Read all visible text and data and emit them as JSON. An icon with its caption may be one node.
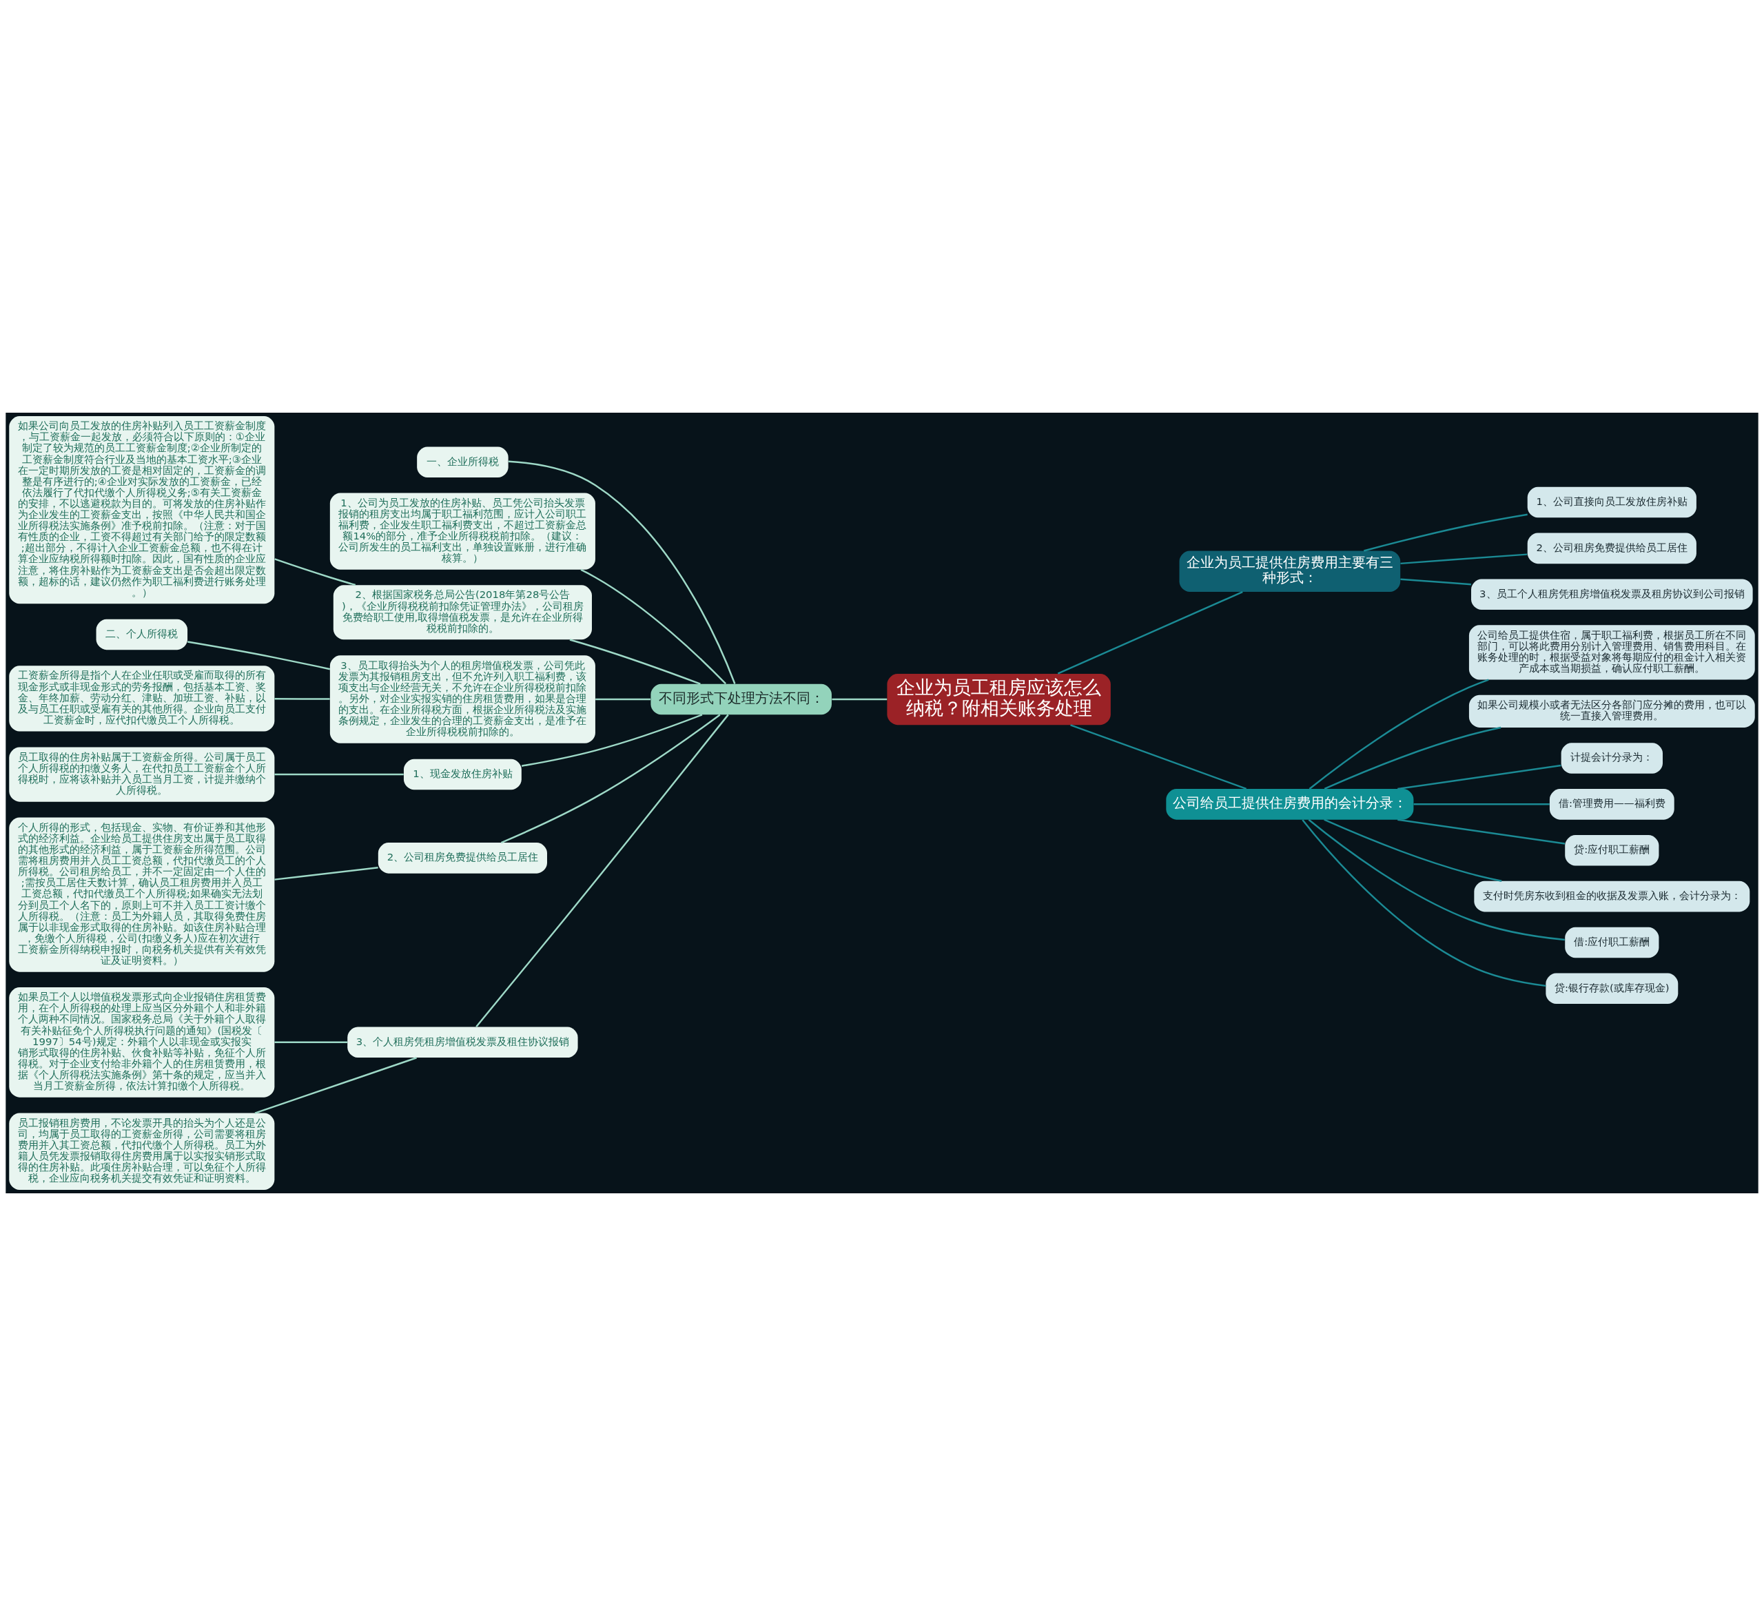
{
  "diagram": {
    "nodes": [
      {
        "text": [
          "企业为员工租房应该怎么纳税？附相关账务处理"
        ]
      },
      {
        "text": [
          "不同形式下处理方法不同："
        ]
      },
      {
        "text": [
          "一、企业所得税"
        ]
      },
      {
        "text": [
          "1、公司为员工发放的住房补贴、员工凭公司抬头发票报销的租房支出均属于职工福利范围，应计入公司职工福利费，企业发生职工福利费支出，不超过工资薪金总额14%的部分，准予企业所得税税前扣除。（建议：公司所发生的员工福利支出，单独设置账册，进行准确核算。）"
        ]
      },
      {
        "text": [
          "2、根据国家税务总局公告(2018年第28号公告)，《企业所得税税前扣除凭证管理办法》，公司租房免费给职工使用,取得增值税发票，是允许在企业所得税税前扣除的。"
        ]
      },
      {
        "text": [
          "如果公司向员工发放的住房补贴列入员工工资薪金制度，与工资薪金一起发放，必须符合以下原则的：①企业制定了较为规范的员工工资薪金制度;②企业所制定的工资薪金制度符合行业及当地的基本工资水平;③企业在一定时期所发放的工资是相对固定的，工资薪金的调整是有序进行的;④企业对实际发放的工资薪金，已经依法履行了代扣代缴个人所得税义务;⑤有关工资薪金的安排，不以逃避税款为目的。可将发放的住房补贴作为企业发生的工资薪金支出，按照《中华人民共和国企业所得税法实施条例》准予税前扣除。（注意：对于国有性质的企业，工资不得超过有关部门给予的限定数额;超出部分，不得计入企业工资薪金总额，也不得在计算企业应纳税所得额时扣除。因此，国有性质的企业应注意，将住房补贴作为工资薪金支出是否会超出限定数额，超标的话，建议仍然作为职工福利费进行账务处理。）"
        ]
      },
      {
        "text": [
          "3、员工取得抬头为个人的租房增值税发票，公司凭此发票为其报销租房支出，但不允许列入职工福利费，该项支出与企业经营无关，不允许在企业所得税税前扣除。另外，对企业实报实销的住房租赁费用，如果是合理的支出。在企业所得税方面，根据企业所得税法及实施条例规定，企业发生的合理的工资薪金支出，是准予在企业所得税税前扣除的。"
        ]
      },
      {
        "text": [
          "二、个人所得税"
        ]
      },
      {
        "text": [
          "工资薪金所得是指个人在企业任职或受雇而取得的所有现金形式或非现金形式的劳务报酬，包括基本工资、奖金、年终加薪、劳动分红、津贴、加班工资、补贴，以及与员工任职或受雇有关的其他所得。企业向员工支付工资薪金时，应代扣代缴员工个人所得税。"
        ]
      },
      {
        "text": [
          "1、现金发放住房补贴"
        ]
      },
      {
        "text": [
          "员工取得的住房补贴属于工资薪金所得。公司属于员工个人所得税的扣缴义务人，在代扣员工工资薪金个人所得税时，应将该补贴并入员工当月工资，计提并缴纳个人所得税。"
        ]
      },
      {
        "text": [
          "2、公司租房免费提供给员工居住"
        ]
      },
      {
        "text": [
          "个人所得的形式，包括现金、实物、有价证券和其他形式的经济利益。企业给员工提供住房支出属于员工取得的其他形式的经济利益，属于工资薪金所得范围。公司需将租房费用并入员工工资总额，代扣代缴员工的个人所得税。公司租房给员工，并不一定固定由一个人住的;需按员工居住天数计算，确认员工租房费用并入员工工资总额，代扣代缴员工个人所得税;如果确实无法划分到员工个人名下的，原则上可不并入员工工资计缴个人所得税。（注意：员工为外籍人员，其取得免费住房属于以非现金形式取得的住房补贴。如该住房补贴合理，免缴个人所得税，公司(扣缴义务人)应在初次进行工资薪金所得纳税申报时，向税务机关提供有关有效凭证及证明资料。）"
        ]
      },
      {
        "text": [
          "3、个人租房凭租房增值税发票及租住协议报销"
        ]
      },
      {
        "text": [
          "如果员工个人以增值税发票形式向企业报销住房租赁费用，在个人所得税的处理上应当区分外籍个人和非外籍个人两种不同情况。国家税务总局《关于外籍个人取得有关补贴征免个人所得税执行问题的通知》(国税发〔1997〕54号)规定：外籍个人以非现金或实报实销形式取得的住房补贴、伙食补贴等补贴，免征个人所得税。对于企业支付给非外籍个人的住房租赁费用，根据《个人所得税法实施条例》第十条的规定，应当并入当月工资薪金所得，依法计算扣缴个人所得税。"
        ]
      },
      {
        "text": [
          "员工报销租房费用，不论发票开具的抬头为个人还是公司，均属于员工取得的工资薪金所得，公司需要将租房费用并入其工资总额，代扣代缴个人所得税。员工为外籍人员凭发票报销取得住房费用属于以实报实销形式取得的住房补贴。此项住房补贴合理，可以免征个人所得税，企业应向税务机关提交有效凭证和证明资料。"
        ]
      },
      {
        "text": [
          "企业为员工提供住房费用主要有三种形式："
        ]
      },
      {
        "text": [
          "1、公司直接向员工发放住房补贴"
        ]
      },
      {
        "text": [
          "2、公司租房免费提供给员工居住"
        ]
      },
      {
        "text": [
          "3、员工个人租房凭租房增值税发票及租房协议到公司报销"
        ]
      },
      {
        "text": [
          "公司给员工提供住房费用的会计分录："
        ]
      },
      {
        "text": [
          "公司给员工提供住宿，属于职工福利费，根据员工所在不同部门，可以将此费用分别计入管理费用、销售费用科目。在账务处理的时，根据受益对象将每期应付的租金计入相关资产成本或当期损益，确认应付职工薪酬。"
        ]
      },
      {
        "text": [
          "如果公司规模小或者无法区分各部门应分摊的费用，也可以统一直接入管理费用。"
        ]
      },
      {
        "text": [
          "计提会计分录为："
        ]
      },
      {
        "text": [
          "借:管理费用——福利费"
        ]
      },
      {
        "text": [
          "贷:应付职工薪酬"
        ]
      },
      {
        "text": [
          "支付时凭房东收到租金的收据及发票入账，会计分录为："
        ]
      },
      {
        "text": [
          "借:应付职工薪酬"
        ]
      },
      {
        "text": [
          "贷:银行存款(或库存现金)"
        ]
      }
    ],
    "edges": [
      {
        "from": 0,
        "to": 1,
        "arrow": "none"
      },
      {
        "from": 1,
        "to": 2,
        "arrow": "none"
      },
      {
        "from": 1,
        "to": 3,
        "arrow": "none"
      },
      {
        "from": 1,
        "to": 4,
        "arrow": "none"
      },
      {
        "from": 4,
        "to": 5,
        "arrow": "none"
      },
      {
        "from": 1,
        "to": 6,
        "arrow": "none"
      },
      {
        "from": 6,
        "to": 7,
        "arrow": "none"
      },
      {
        "from": 6,
        "to": 8,
        "arrow": "none"
      },
      {
        "from": 1,
        "to": 9,
        "arrow": "none"
      },
      {
        "from": 9,
        "to": 10,
        "arrow": "none"
      },
      {
        "from": 1,
        "to": 11,
        "arrow": "none"
      },
      {
        "from": 11,
        "to": 12,
        "arrow": "none"
      },
      {
        "from": 1,
        "to": 13,
        "arrow": "none"
      },
      {
        "from": 13,
        "to": 14,
        "arrow": "none"
      },
      {
        "from": 13,
        "to": 15,
        "arrow": "none"
      },
      {
        "from": 0,
        "to": 16,
        "arrow": "none",
        "color": "#1b8a94"
      },
      {
        "from": 16,
        "to": 17,
        "arrow": "none",
        "color": "#1b8a94"
      },
      {
        "from": 16,
        "to": 18,
        "arrow": "none",
        "color": "#1b8a94"
      },
      {
        "from": 16,
        "to": 19,
        "arrow": "none",
        "color": "#1b8a94"
      },
      {
        "from": 0,
        "to": 20,
        "arrow": "none",
        "color": "#1b8a94"
      },
      {
        "from": 20,
        "to": 21,
        "arrow": "none",
        "color": "#1b8a94"
      },
      {
        "from": 20,
        "to": 22,
        "arrow": "none",
        "color": "#1b8a94"
      },
      {
        "from": 20,
        "to": 23,
        "arrow": "none",
        "color": "#1b8a94"
      },
      {
        "from": 20,
        "to": 24,
        "arrow": "none",
        "color": "#1b8a94"
      },
      {
        "from": 20,
        "to": 25,
        "arrow": "none",
        "color": "#1b8a94"
      },
      {
        "from": 20,
        "to": 26,
        "arrow": "none",
        "color": "#1b8a94"
      },
      {
        "from": 20,
        "to": 27,
        "arrow": "none",
        "color": "#1b8a94"
      },
      {
        "from": 20,
        "to": 28,
        "arrow": "none",
        "color": "#1b8a94"
      }
    ]
  }
}
